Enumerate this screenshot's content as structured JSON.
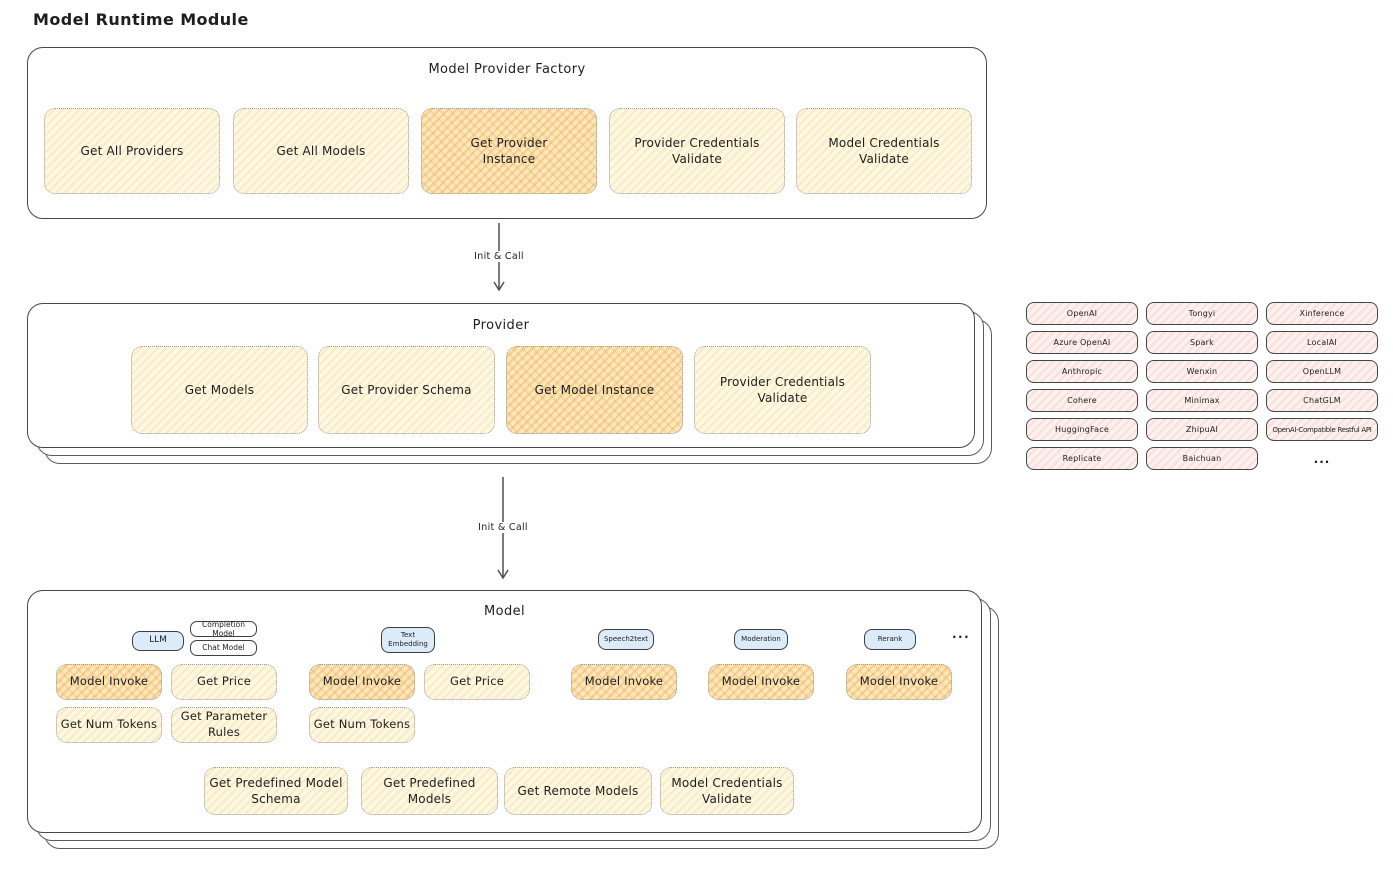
{
  "title": "Model Runtime Module",
  "colors": {
    "node_fill": "#fdf7e3",
    "node_highlight_fill": "#fbe7bf",
    "provider_chip_fill": "#fdf1ef",
    "model_type_tag_fill": "#dcebfa",
    "box_border": "#474747"
  },
  "factory": {
    "title": "Model Provider Factory",
    "buttons": [
      {
        "label": "Get All Providers"
      },
      {
        "label": "Get All Models"
      },
      {
        "label": "Get Provider\nInstance"
      },
      {
        "label": "Provider Credentials\nValidate"
      },
      {
        "label": "Model Credentials\nValidate"
      }
    ]
  },
  "arrow1": {
    "label": "Init & Call"
  },
  "arrow2": {
    "label": "Init & Call"
  },
  "provider": {
    "title": "Provider",
    "buttons": [
      {
        "label": "Get Models"
      },
      {
        "label": "Get Provider Schema"
      },
      {
        "label": "Get Model Instance"
      },
      {
        "label": "Provider Credentials\nValidate"
      }
    ]
  },
  "providers_grid": {
    "items": [
      "OpenAI",
      "Tongyi",
      "Xinference",
      "Azure OpenAI",
      "Spark",
      "LocalAI",
      "Anthropic",
      "Wenxin",
      "OpenLLM",
      "Cohere",
      "Minimax",
      "ChatGLM",
      "HuggingFace",
      "ZhipuAI",
      "OpenAI-Compatible Restful API",
      "Replicate",
      "Baichuan",
      "..."
    ]
  },
  "model": {
    "title": "Model",
    "tags": {
      "llm": "LLM",
      "completion": "Completion Model",
      "chat": "Chat Model",
      "text_embedding": "Text\nEmbedding",
      "speech2text": "Speech2text",
      "moderation": "Moderation",
      "rerank": "Rerank",
      "more": "..."
    },
    "functions": {
      "model_invoke": "Model Invoke",
      "get_price": "Get Price",
      "get_num_tokens": "Get Num Tokens",
      "get_parameter_rules": "Get Parameter\nRules",
      "get_predefined_model_schema": "Get Predefined Model\nSchema",
      "get_predefined_models": "Get Predefined\nModels",
      "get_remote_models": "Get Remote Models",
      "model_credentials_validate": "Model Credentials\nValidate"
    }
  }
}
